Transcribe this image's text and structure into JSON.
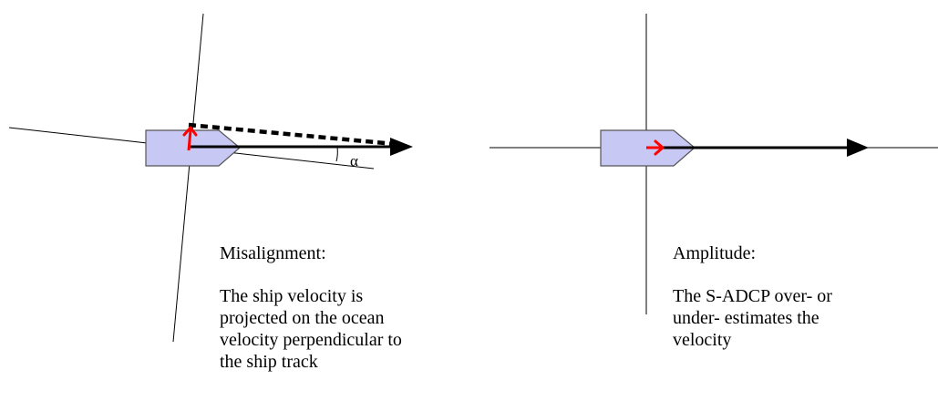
{
  "misalignment": {
    "heading": "Misalignment:",
    "body_lines": [
      "The ship velocity is",
      "projected on the ocean",
      "velocity perpendicular to",
      "the ship track"
    ],
    "angle_label": "α"
  },
  "amplitude": {
    "heading": "Amplitude:",
    "body_lines": [
      "The S-ADCP over- or",
      "under- estimates the",
      "velocity"
    ]
  },
  "colors": {
    "ship_fill": "#c8c8f5",
    "ship_stroke": "#555555",
    "arrow_red": "#ff0000",
    "line": "#000000"
  }
}
